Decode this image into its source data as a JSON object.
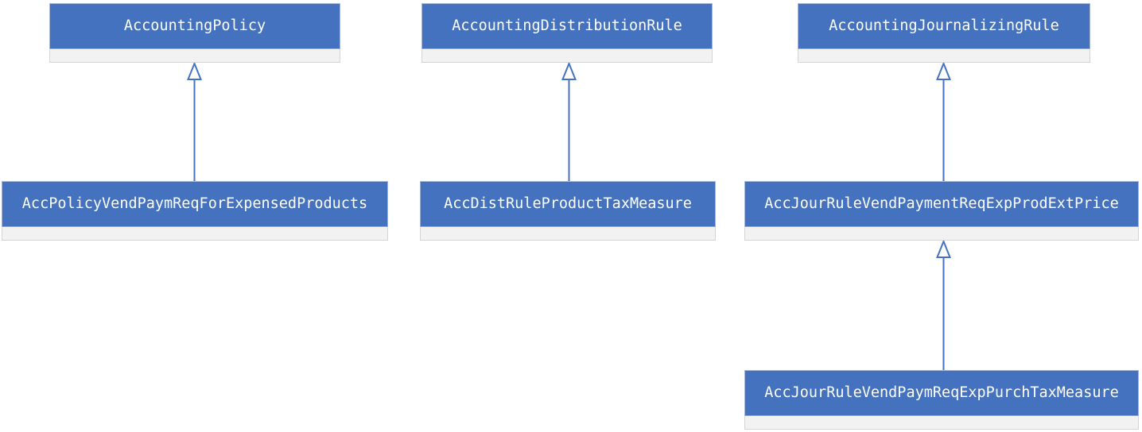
{
  "diagram": {
    "kind": "uml-class-inheritance-diagram",
    "classes": [
      {
        "name": "AccountingPolicy"
      },
      {
        "name": "AccountingDistributionRule"
      },
      {
        "name": "AccountingJournalizingRule"
      },
      {
        "name": "AccPolicyVendPaymReqForExpensedProducts"
      },
      {
        "name": "AccDistRuleProductTaxMeasure"
      },
      {
        "name": "AccJourRuleVendPaymentReqExpProdExtPrice"
      },
      {
        "name": "AccJourRuleVendPaymReqExpPurchTaxMeasure"
      }
    ],
    "relationships": [
      {
        "type": "generalization",
        "child": "AccPolicyVendPaymReqForExpensedProducts",
        "parent": "AccountingPolicy"
      },
      {
        "type": "generalization",
        "child": "AccDistRuleProductTaxMeasure",
        "parent": "AccountingDistributionRule"
      },
      {
        "type": "generalization",
        "child": "AccJourRuleVendPaymentReqExpProdExtPrice",
        "parent": "AccountingJournalizingRule"
      },
      {
        "type": "generalization",
        "child": "AccJourRuleVendPaymReqExpPurchTaxMeasure",
        "parent": "AccJourRuleVendPaymentReqExpProdExtPrice"
      }
    ],
    "colors": {
      "class_header_fill": "#4472BE",
      "class_header_text": "#FFFFFF",
      "class_body_fill": "#F2F2F2",
      "connector": "#4472C4"
    }
  }
}
